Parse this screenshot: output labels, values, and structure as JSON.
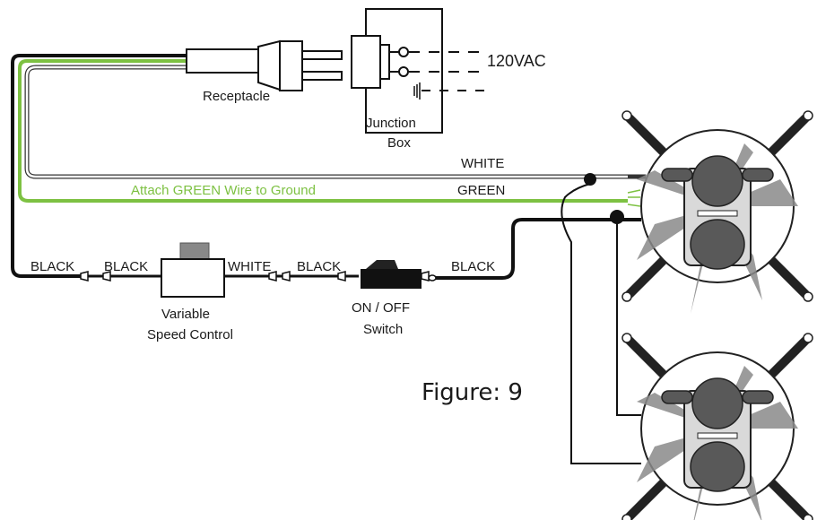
{
  "labels": {
    "receptacle": "Receptacle",
    "junction_box_line1": "Junction",
    "junction_box_line2": "Box",
    "voltage": "120VAC",
    "white_wire": "WHITE",
    "green_wire": "GREEN",
    "green_instruction": "Attach GREEN Wire to Ground",
    "black_1": "BLACK",
    "black_2": "BLACK",
    "white_2": "WHITE",
    "black_3": "BLACK",
    "black_4": "BLACK",
    "speed_control_line1": "Variable",
    "speed_control_line2": "Speed Control",
    "switch_line1": "ON / OFF",
    "switch_line2": "Switch",
    "figure": "Figure: 9"
  },
  "colors": {
    "wire_black": "#111111",
    "wire_green": "#7dc142",
    "wire_white_outline": "#333333",
    "fan_gray": "#8a8a8a",
    "fan_body": "#d9d9d9",
    "fan_motor": "#595959"
  },
  "icons": [
    "plug-icon",
    "ground-symbol-icon",
    "fan-icon"
  ]
}
